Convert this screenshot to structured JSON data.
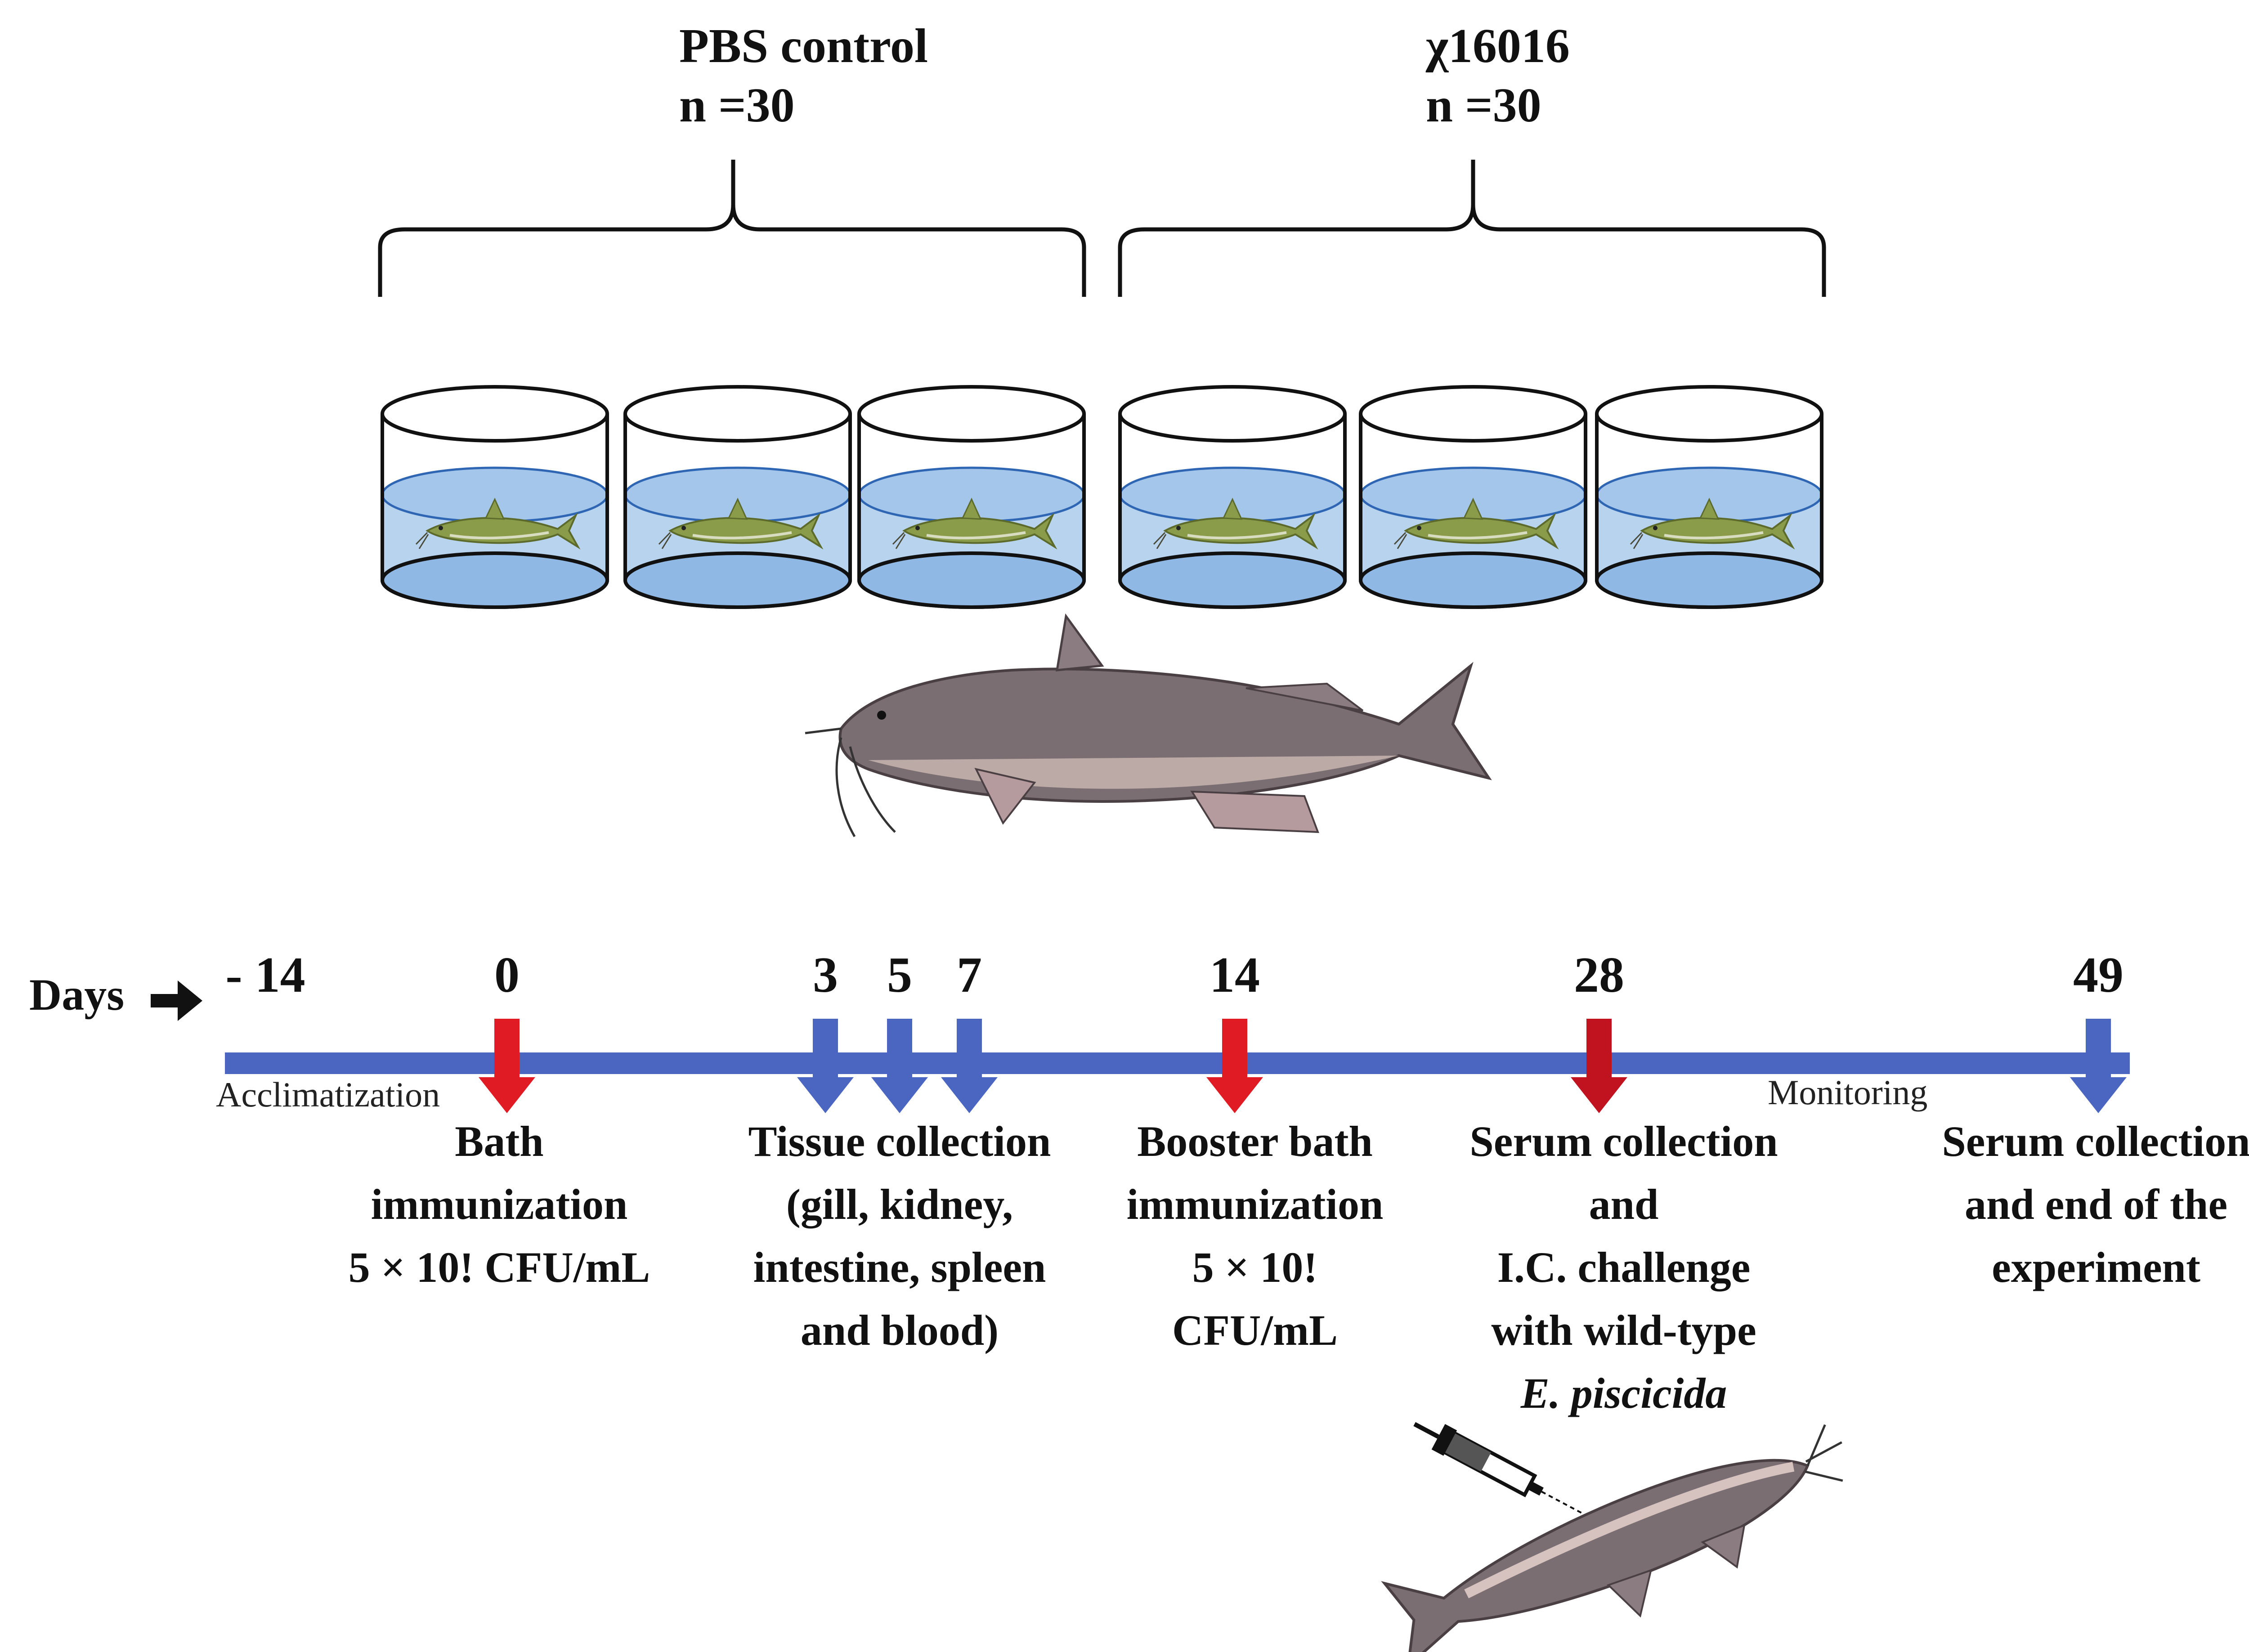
{
  "groups": [
    {
      "name": "PBS control",
      "n": "n =30"
    },
    {
      "name": "χ16016",
      "n": "n =30"
    }
  ],
  "timeline": {
    "axis_label": "Days",
    "phase_left": "Acclimatization",
    "phase_right": "Monitoring",
    "days": [
      "- 14",
      "0",
      "3",
      "5",
      "7",
      "14",
      "28",
      "49"
    ],
    "events": {
      "bath": [
        "Bath",
        "immunization",
        "5 × 10! CFU/mL"
      ],
      "tissue": [
        "Tissue collection",
        "(gill, kidney,",
        "intestine, spleen",
        "and blood)"
      ],
      "booster": [
        "Booster bath",
        "immunization",
        "5 × 10!",
        "CFU/mL"
      ],
      "challenge": [
        "Serum collection",
        "and",
        "I.C. challenge",
        "with wild-type",
        "E. piscicida"
      ],
      "end": [
        "Serum collection",
        "and end of the",
        "experiment"
      ]
    }
  },
  "colors": {
    "timeline_bar": "#4a66c0",
    "arrow_blue": "#4a66c0",
    "arrow_red": "#e01b24",
    "arrow_darkred": "#c1121f",
    "water": "#b7d3ee",
    "water_surface": "#8fb8e4",
    "fish_green": "#8a9c4a",
    "fish_gray": "#7a6e72"
  }
}
